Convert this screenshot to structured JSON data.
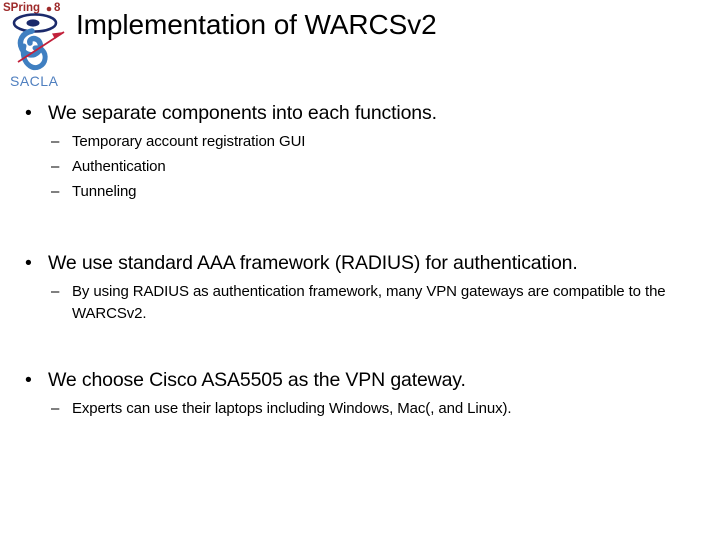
{
  "slide": {
    "title": "Implementation of WARCSv2",
    "background_color": "#ffffff",
    "text_color": "#000000"
  },
  "logo": {
    "name": "spring8-sacla-logo",
    "top_text": "SPring-8",
    "bottom_text": "SACLA",
    "top_text_color": "#9e2b2b",
    "bottom_text_color": "#4f7fbf",
    "ring_color": "#1b2a6b",
    "swoosh_color": "#3f7fc1",
    "arrow_color": "#c2203a"
  },
  "content": {
    "blocks": [
      {
        "bullet": "•",
        "text": "We separate components into each functions.",
        "sub_marker": "–",
        "subs": [
          "Temporary account registration GUI",
          "Authentication",
          "Tunneling"
        ]
      },
      {
        "bullet": "•",
        "text": "We use standard AAA framework (RADIUS) for authentication.",
        "sub_marker": "–",
        "subs": [
          "By using RADIUS as authentication framework, many VPN gateways are compatible to the WARCSv2."
        ]
      },
      {
        "bullet": "•",
        "text": "We choose Cisco ASA5505 as the VPN gateway.",
        "sub_marker": "–",
        "subs": [
          "Experts can use their laptops including Windows, Mac(, and Linux)."
        ]
      }
    ]
  }
}
